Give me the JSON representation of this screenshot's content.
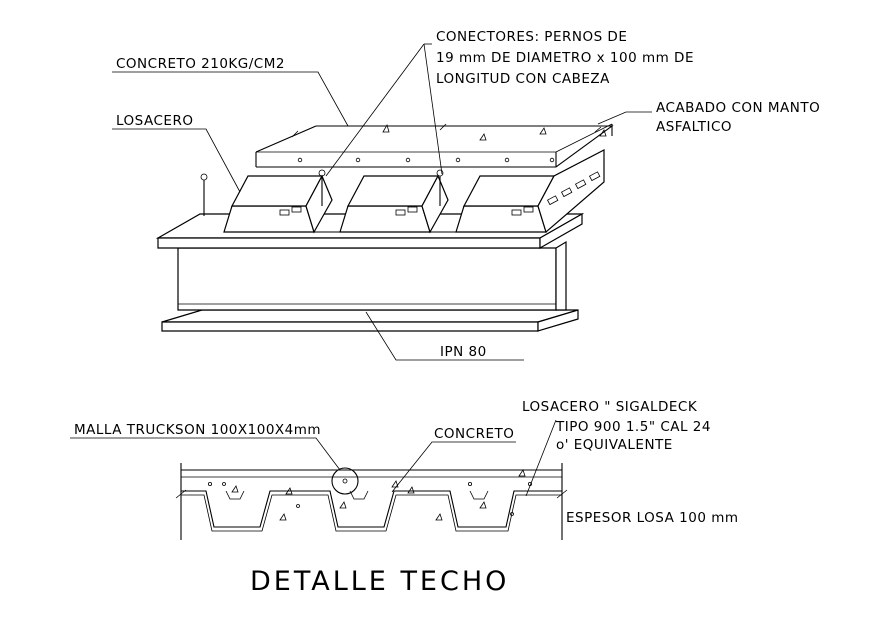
{
  "drawing": {
    "title": "DETALLE TECHO",
    "iso_labels": {
      "connectors_line1": "CONECTORES:  PERNOS DE",
      "connectors_line2": "19 mm DE DIAMETRO x 100 mm DE",
      "connectors_line3": "LONGITUD CON CABEZA",
      "concrete": "CONCRETO 210KG/CM2",
      "losacero": "LOSACERO",
      "finish_line1": "ACABADO CON MANTO",
      "finish_line2": "ASFALTICO",
      "beam": "IPN 80"
    },
    "section_labels": {
      "mesh": "MALLA TRUCKSON 100X100X4mm",
      "concrete": "CONCRETO",
      "deck_line1": "LOSACERO \" SIGALDECK",
      "deck_line2": "TIPO 900 1.5\" CAL 24",
      "deck_line3": "o' EQUIVALENTE",
      "thickness": "ESPESOR LOSA 100 mm"
    }
  }
}
